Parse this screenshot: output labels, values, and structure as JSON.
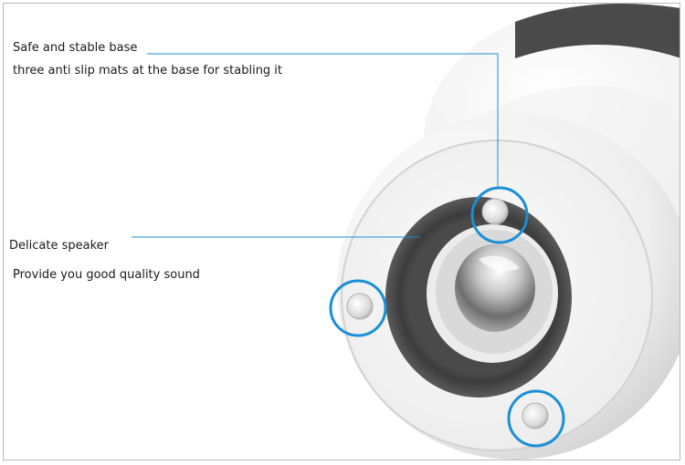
{
  "features": {
    "base": {
      "title": "Safe and stable base",
      "description": "three anti slip mats at the base for stabling it"
    },
    "speaker": {
      "title": "Delicate speaker",
      "description": "Provide you good quality sound"
    }
  },
  "colors": {
    "callout": "#1a8fd6",
    "text": "#1a1a1a",
    "frame": "#b9b9b9"
  },
  "icons": [
    "speaker-product-image",
    "anti-slip-mat-marker"
  ]
}
